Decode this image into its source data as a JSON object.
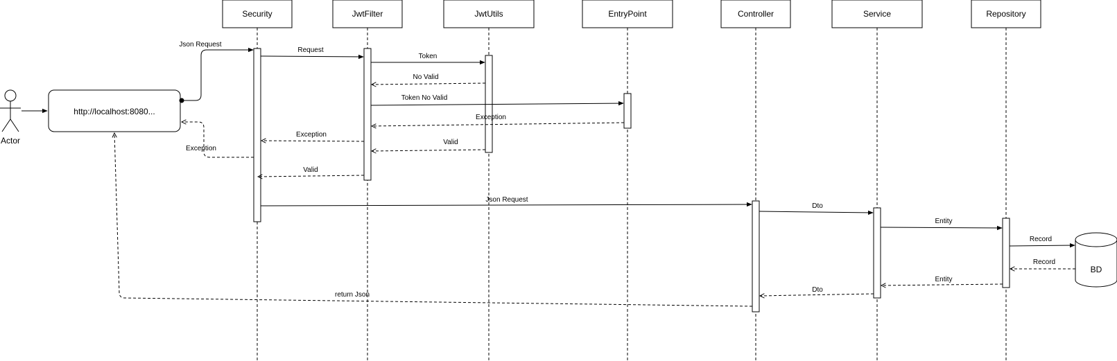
{
  "diagram": {
    "participants": [
      {
        "id": "security",
        "label": "Security"
      },
      {
        "id": "jwtfilter",
        "label": "JwtFilter"
      },
      {
        "id": "jwtutils",
        "label": "JwtUtils"
      },
      {
        "id": "entrypoint",
        "label": "EntryPoint"
      },
      {
        "id": "controller",
        "label": "Controller"
      },
      {
        "id": "service",
        "label": "Service"
      },
      {
        "id": "repository",
        "label": "Repository"
      }
    ],
    "actor": {
      "label": "Actor"
    },
    "client": {
      "label": "http://localhost:8080..."
    },
    "database": {
      "label": "BD"
    },
    "messages": {
      "json_request_in": "Json Request",
      "request": "Request",
      "token": "Token",
      "no_valid": "No Valid",
      "token_no_valid": "Token No Valid",
      "exception_entrypoint": "Exception",
      "exception_filter": "Exception",
      "valid_utils": "Valid",
      "exception_client": "Exception",
      "valid_filter": "Valid",
      "json_request_controller": "Json Request",
      "dto_service": "Dto",
      "entity_repository": "Entity",
      "record_db": "Record",
      "record_return": "Record",
      "entity_return": "Entity",
      "dto_return": "Dto",
      "return_json": "return Json"
    }
  }
}
